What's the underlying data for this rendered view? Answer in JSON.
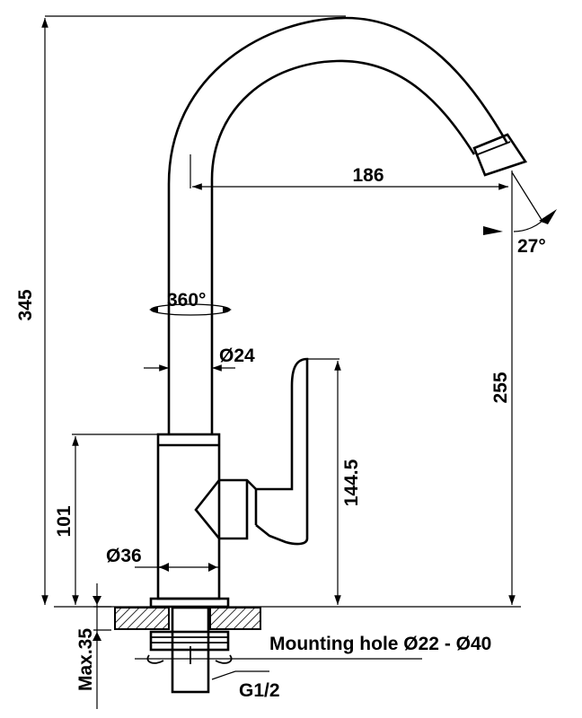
{
  "dimensions": {
    "total_height": "345",
    "spout_reach": "186",
    "spout_angle": "27°",
    "rotation": "360°",
    "spout_diameter": "Ø24",
    "outlet_height": "255",
    "handle_height": "144.5",
    "body_height": "101",
    "body_diameter": "Ø36",
    "max_thickness": "Max.35",
    "mounting_hole": "Mounting hole Ø22 - Ø40",
    "thread": "G1/2"
  }
}
